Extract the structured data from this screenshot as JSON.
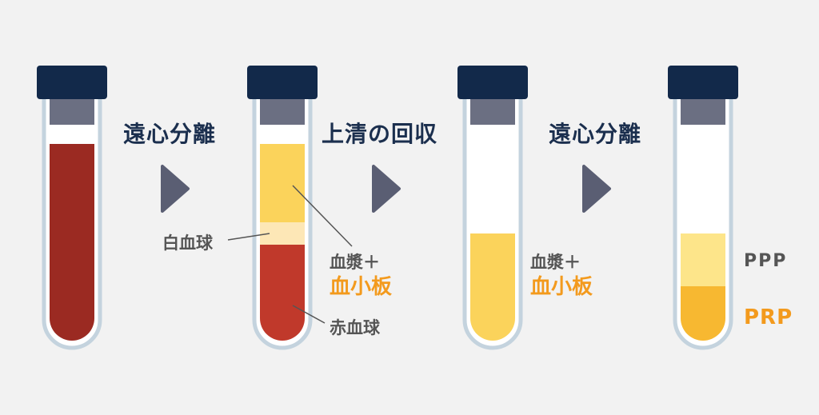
{
  "steps": {
    "step1": "遠心分離",
    "step2": "上清の回収",
    "step3": "遠心分離"
  },
  "labels": {
    "white_blood_cells": "白血球",
    "plasma_plus_1": "血漿＋",
    "platelets_1": "血小板",
    "red_blood_cells": "赤血球",
    "plasma_plus_2": "血漿＋",
    "platelets_2": "血小板",
    "ppp": "PPP",
    "prp": "PRP"
  },
  "colors": {
    "cap": "#12294a",
    "cap_inner": "#6b6f82",
    "tube_outline": "#c4d3de",
    "whole_blood": "#9b2a22",
    "red_cells": "#c0392b",
    "plasma": "#fbd35b",
    "buffy_coat": "#fde7b6",
    "ppp": "#fde58a",
    "prp": "#f7b831",
    "arrow": "#5a5e73",
    "accent_orange": "#f39a1d"
  }
}
